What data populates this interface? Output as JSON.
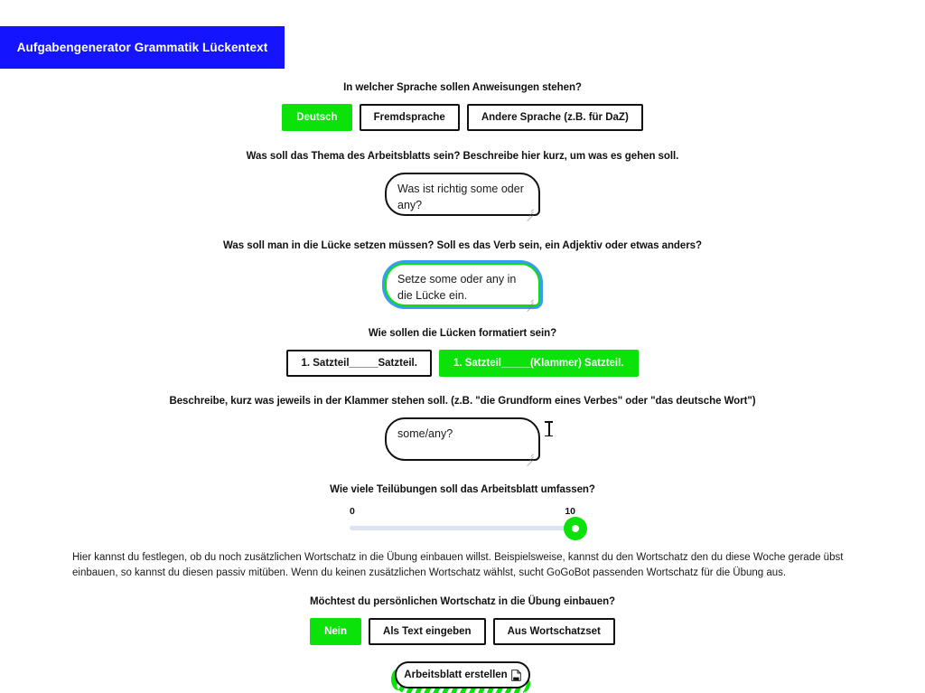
{
  "header": {
    "title": "Aufgabengenerator Grammatik Lückentext",
    "bar_color": "#1414ff",
    "text_color": "#ffffff"
  },
  "theme": {
    "accent_green": "#0ae20a",
    "focus_blue": "#3b9bf0",
    "track_grey": "#dde3f2",
    "border_black": "#111111"
  },
  "sections": {
    "language": {
      "question": "In welcher Sprache sollen Anweisungen stehen?",
      "options": [
        {
          "label": "Deutsch",
          "selected": true
        },
        {
          "label": "Fremdsprache",
          "selected": false
        },
        {
          "label": "Andere Sprache (z.B. für DaZ)",
          "selected": false
        }
      ]
    },
    "topic": {
      "question": "Was soll das Thema des Arbeitsblatts sein? Beschreibe hier kurz, um was es gehen soll.",
      "value": "Was ist richtig some oder any?",
      "placeholder": "",
      "focused": false
    },
    "gap_content": {
      "question": "Was soll man in die Lücke setzen müssen? Soll es das Verb sein, ein Adjektiv oder etwas anders?",
      "value": "Setze some oder any in die Lücke ein.",
      "placeholder": "",
      "focused": true
    },
    "gap_format": {
      "question": "Wie sollen die Lücken formatiert sein?",
      "options": [
        {
          "label": "1. Satzteil_____Satzteil.",
          "selected": false
        },
        {
          "label": "1. Satzteil_____(Klammer) Satzteil.",
          "selected": true
        }
      ]
    },
    "bracket_hint": {
      "question": "Beschreibe, kurz was jeweils in der Klammer stehen soll. (z.B. \"die Grundform eines Verbes\" oder \"das deutsche Wort\")",
      "value": "some/any?",
      "placeholder": "",
      "focused": false
    },
    "exercise_count": {
      "question": "Wie viele Teilübungen soll das Arbeitsblatt umfassen?",
      "min_label": "0",
      "max_label": "10",
      "min": 0,
      "max": 10,
      "value": 10
    },
    "vocabulary_info": "Hier kannst du festlegen, ob du noch zusätzlichen Wortschatz in die Übung einbauen willst. Beispielsweise, kannst du den Wortschatz den du diese Woche gerade übst einbauen, so kannst du diesen passiv mitüben. Wenn du keinen zusätzlichen Wortschatz wählst, sucht GoGoBot passenden Wortschatz für die Übung aus.",
    "vocabulary": {
      "question": "Möchtest du persönlichen Wortschatz in die Übung einbauen?",
      "options": [
        {
          "label": "Nein",
          "selected": true
        },
        {
          "label": "Als Text eingeben",
          "selected": false
        },
        {
          "label": "Aus Wortschatzset",
          "selected": false
        }
      ]
    },
    "submit": {
      "label": "Arbeitsblatt erstellen",
      "icon": "pdf-document-icon",
      "loading": true
    }
  }
}
